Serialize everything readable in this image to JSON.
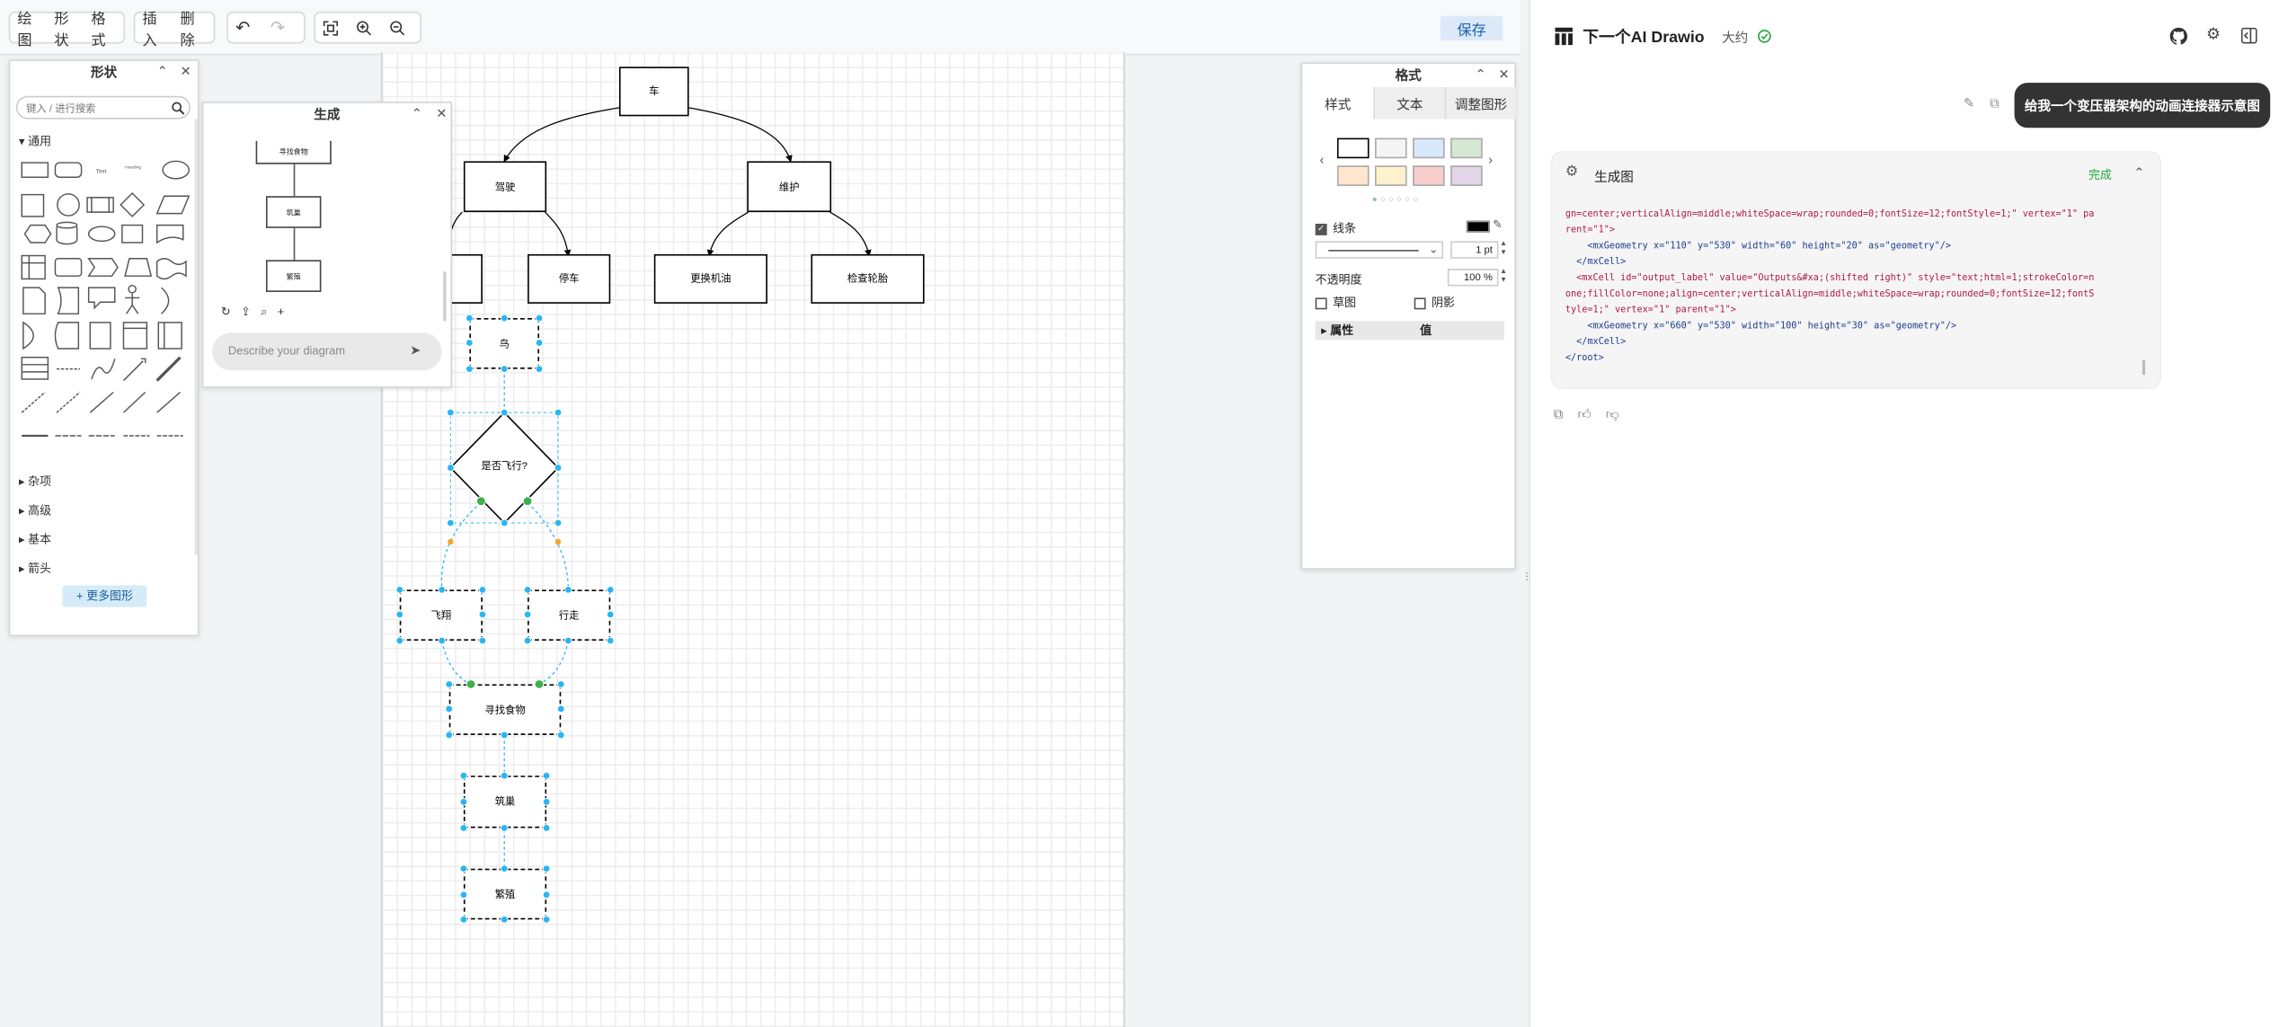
{
  "toolbar": {
    "menu_draw": "绘图",
    "menu_shape": "形状",
    "menu_format": "格式",
    "insert": "插入",
    "delete": "删除",
    "save": "保存"
  },
  "shapes_panel": {
    "title": "形状",
    "search_placeholder": "键入 / 进行搜索",
    "general": "通用",
    "categories": [
      "杂项",
      "高级",
      "基本",
      "箭头"
    ],
    "more_shapes": "更多图形"
  },
  "generate_panel": {
    "title": "生成",
    "thumb_nodes": [
      "寻找食物",
      "筑巢",
      "繁殖"
    ],
    "input_placeholder": "Describe your diagram"
  },
  "diagram": {
    "root": "车",
    "level2": [
      "驾驶",
      "维护"
    ],
    "level3": [
      "停车",
      "更换机油",
      "检查轮胎"
    ],
    "bird": "鸟",
    "decision": "是否飞行?",
    "fly": "飞翔",
    "walk": "行走",
    "food": "寻找食物",
    "nest": "筑巢",
    "breed": "繁殖"
  },
  "format_panel": {
    "title": "格式",
    "tabs": [
      "样式",
      "文本",
      "调整图形"
    ],
    "line_label": "线条",
    "line_width": "1 pt",
    "opacity_label": "不透明度",
    "opacity_value": "100 %",
    "sketch": "草图",
    "shadow": "阴影",
    "prop_col": "属性",
    "value_col": "值",
    "swatches": [
      "#ffffff",
      "#f5f5f5",
      "#dae8fc",
      "#d5e8d4",
      "#ffe6cc",
      "#fff2cc",
      "#f8cecc",
      "#e1d5e7"
    ]
  },
  "chat": {
    "app_title": "下一个AI Drawio",
    "about": "大约",
    "user_message": "给我一个变压器架构的动画连接器示意图",
    "tool_name": "生成图",
    "status": "完成",
    "code_lines": [
      "gn=center;verticalAlign=middle;whiteSpace=wrap;rounded=0;fontSize=12;fontStyle=1;\" vertex=\"1\" pa",
      "rent=\"1\">",
      "    <mxGeometry x=\"110\" y=\"530\" width=\"60\" height=\"20\" as=\"geometry\"/>",
      "  </mxCell>",
      "",
      "  <mxCell id=\"output_label\" value=\"Outputs&#xa;(shifted right)\" style=\"text;html=1;strokeColor=n",
      "one;fillColor=none;align=center;verticalAlign=middle;whiteSpace=wrap;rounded=0;fontSize=12;fontS",
      "tyle=1;\" vertex=\"1\" parent=\"1\">",
      "    <mxGeometry x=\"660\" y=\"530\" width=\"100\" height=\"30\" as=\"geometry\"/>",
      "  </mxCell>",
      "</root>"
    ]
  }
}
